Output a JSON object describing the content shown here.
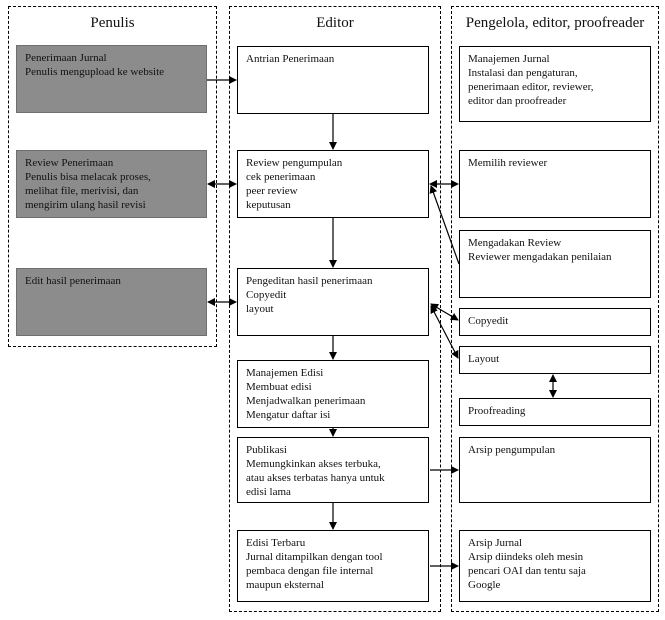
{
  "lanes": {
    "penulis": {
      "title": "Penulis"
    },
    "editor": {
      "title": "Editor"
    },
    "pengelola": {
      "title": "Pengelola, editor, proofreader"
    }
  },
  "penulis_boxes": [
    {
      "lines": [
        "Penerimaan Jurnal",
        "Penulis mengupload ke website"
      ]
    },
    {
      "lines": [
        "Review Penerimaan",
        "Penulis bisa melacak proses,",
        "melihat file, merivisi, dan",
        "mengirim ulang hasil revisi"
      ]
    },
    {
      "lines": [
        "Edit hasil penerimaan"
      ]
    }
  ],
  "editor_boxes": [
    {
      "lines": [
        "Antrian Penerimaan"
      ]
    },
    {
      "lines": [
        "Review pengumpulan",
        "cek penerimaan",
        "peer review",
        "keputusan"
      ]
    },
    {
      "lines": [
        "Pengeditan hasil penerimaan",
        "Copyedit",
        "layout"
      ]
    },
    {
      "lines": [
        "Manajemen Edisi",
        "Membuat edisi",
        "Menjadwalkan penerimaan",
        "Mengatur daftar isi"
      ]
    },
    {
      "lines": [
        "Publikasi",
        "Memungkinkan akses terbuka,",
        "atau akses terbatas hanya untuk",
        "edisi lama"
      ]
    },
    {
      "lines": [
        "Edisi Terbaru",
        "Jurnal ditampilkan dengan tool",
        "pembaca dengan file internal",
        "maupun eksternal"
      ]
    }
  ],
  "pengelola_boxes": [
    {
      "lines": [
        "Manajemen Jurnal",
        "Instalasi dan pengaturan,",
        "penerimaan editor, reviewer,",
        "editor dan proofreader"
      ]
    },
    {
      "lines": [
        "Memilih reviewer"
      ]
    },
    {
      "lines": [
        "Mengadakan Review",
        "Reviewer mengadakan penilaian"
      ]
    },
    {
      "lines": [
        "Copyedit"
      ]
    },
    {
      "lines": [
        "Layout"
      ]
    },
    {
      "lines": [
        "Proofreading"
      ]
    },
    {
      "lines": [
        "Arsip pengumpulan"
      ]
    },
    {
      "lines": [
        "Arsip Jurnal",
        "Arsip diindeks oleh mesin",
        "pencari OAI dan tentu saja",
        "Google"
      ]
    }
  ]
}
